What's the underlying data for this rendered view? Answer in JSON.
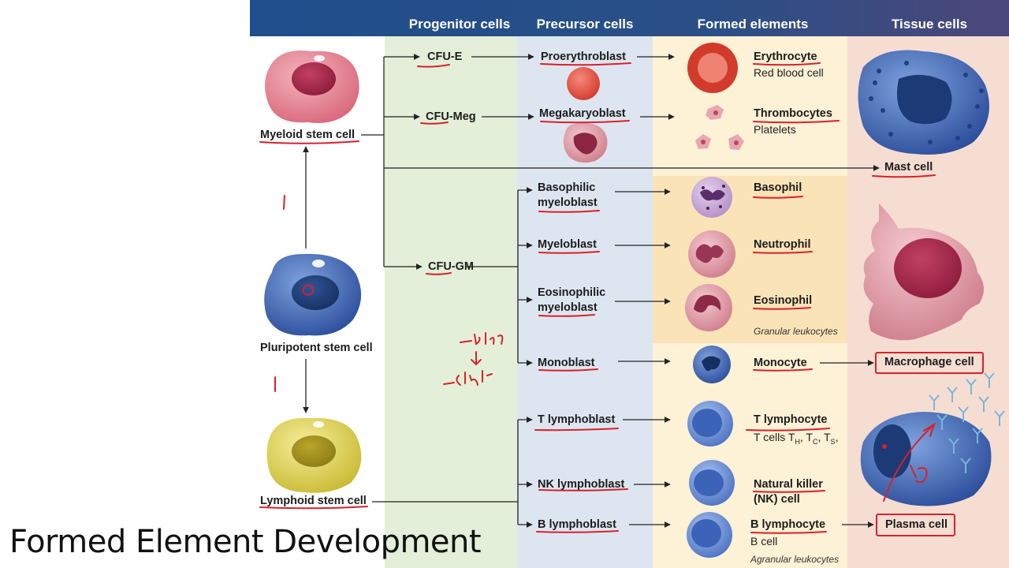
{
  "headers": {
    "progenitor": "Progenitor cells",
    "precursor": "Precursor cells",
    "formed": "Formed elements",
    "tissue": "Tissue cells"
  },
  "stem_cells": {
    "myeloid": "Myeloid stem cell",
    "pluripotent": "Pluripotent stem cell",
    "lymphoid": "Lymphoid stem cell"
  },
  "progenitors": {
    "cfu_e": "CFU-E",
    "cfu_meg": "CFU-Meg",
    "cfu_gm": "CFU-GM"
  },
  "precursors": {
    "proerythroblast": "Proerythroblast",
    "megakaryoblast": "Megakaryoblast",
    "basophilic_1": "Basophilic",
    "basophilic_2": "myeloblast",
    "myeloblast": "Myeloblast",
    "eosinophilic_1": "Eosinophilic",
    "eosinophilic_2": "myeloblast",
    "monoblast": "Monoblast",
    "t_lymphoblast": "T lymphoblast",
    "nk_lymphoblast": "NK lymphoblast",
    "b_lymphoblast": "B lymphoblast"
  },
  "formed": {
    "erythrocyte": "Erythrocyte",
    "erythrocyte_sub": "Red blood cell",
    "thrombocytes": "Thrombocytes",
    "thrombocytes_sub": "Platelets",
    "basophil": "Basophil",
    "neutrophil": "Neutrophil",
    "eosinophil": "Eosinophil",
    "granular_note": "Granular leukocytes",
    "monocyte": "Monocyte",
    "t_lymphocyte": "T lymphocyte",
    "t_cells_prefix": "T cells T",
    "t_cells_h": "H",
    "t_cells_c": "C",
    "t_cells_s": "S",
    "t_cells_sep": ", T",
    "t_cells_end": ",",
    "nk_1": "Natural killer",
    "nk_2": "(NK) cell",
    "b_lymphocyte": "B lymphocyte",
    "b_sub": "B cell",
    "agranular_note": "Agranular leukocytes"
  },
  "tissue": {
    "mast": "Mast cell",
    "macrophage": "Macrophage cell",
    "plasma": "Plasma cell"
  },
  "slide_title": "Formed Element Development",
  "colors": {
    "header_bar": "#1f4e8c",
    "progenitor_bg": "#e3efd8",
    "precursor_bg": "#dde6f0",
    "formed_bg": "#fdf1d6",
    "granular_bg": "#fbe3b8",
    "tissue_bg": "#f6ddd2",
    "annotation_red": "#d8212b"
  }
}
